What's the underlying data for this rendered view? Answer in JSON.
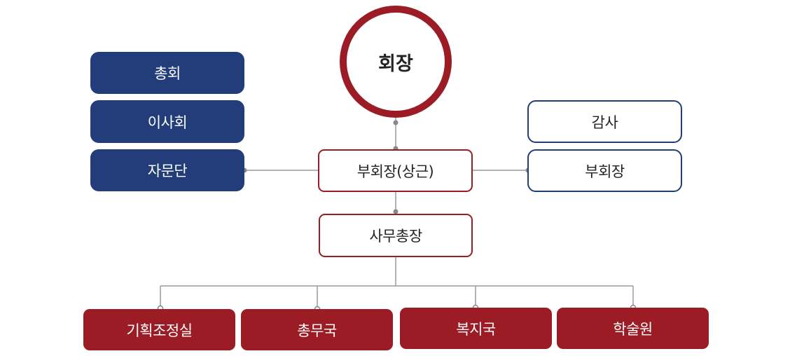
{
  "diagram": {
    "president": "회장",
    "left_boxes": [
      "총회",
      "이사회",
      "자문단"
    ],
    "right_boxes": [
      "감사",
      "부회장"
    ],
    "vice_president_standing": "부회장(상근)",
    "secretary_general": "사무총장",
    "departments": [
      "기획조정실",
      "총무국",
      "복지국",
      "학술원"
    ],
    "colors": {
      "navy": "#223d7a",
      "red": "#9b1c25",
      "connector": "#999999"
    }
  }
}
